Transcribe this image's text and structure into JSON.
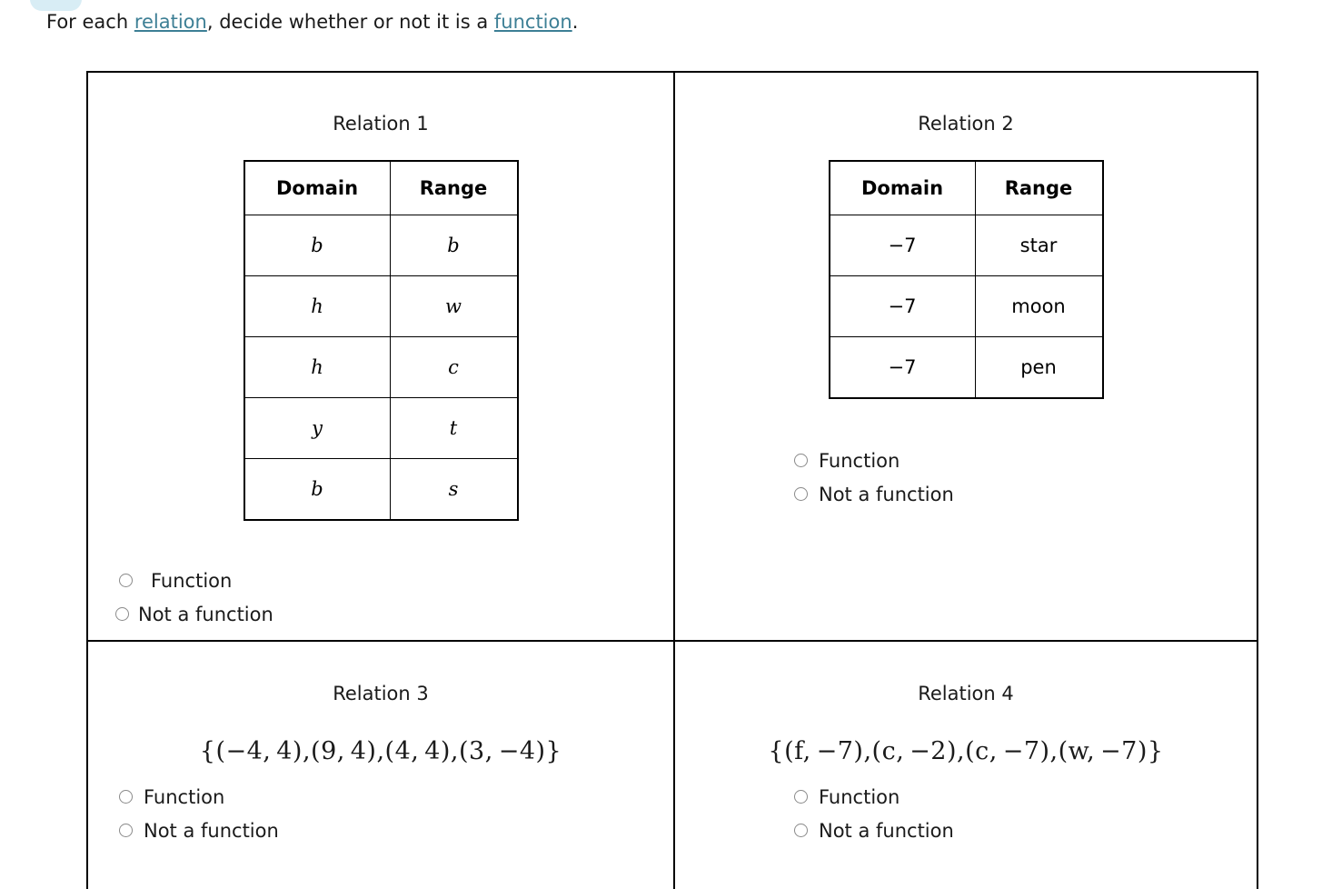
{
  "prompt": {
    "before": "For each ",
    "link1": "relation",
    "middle": ", decide whether or not it is a ",
    "link2": "function",
    "after": "."
  },
  "colors": {
    "link": "#3d7f95",
    "pill": "#d8edf5",
    "border": "#000000",
    "radio_border": "#8a8a8a"
  },
  "table_headers": {
    "domain": "Domain",
    "range": "Range"
  },
  "choices": {
    "function": "Function",
    "not_a_function": "Not a function"
  },
  "relations": [
    {
      "title": "Relation 1",
      "kind": "table",
      "rows": [
        {
          "domain": "b",
          "range": "b"
        },
        {
          "domain": "h",
          "range": "w"
        },
        {
          "domain": "h",
          "range": "c"
        },
        {
          "domain": "y",
          "range": "t"
        },
        {
          "domain": "b",
          "range": "s"
        }
      ]
    },
    {
      "title": "Relation 2",
      "kind": "table",
      "rows": [
        {
          "domain": "−7",
          "range": "star"
        },
        {
          "domain": "−7",
          "range": "moon"
        },
        {
          "domain": "−7",
          "range": "pen"
        }
      ]
    },
    {
      "title": "Relation 3",
      "kind": "set",
      "set_text": "{(−4, 4),(9, 4),(4, 4),(3, −4)}",
      "pairs": [
        [
          "−4",
          "4"
        ],
        [
          "9",
          "4"
        ],
        [
          "4",
          "4"
        ],
        [
          "3",
          "−4"
        ]
      ]
    },
    {
      "title": "Relation 4",
      "kind": "set",
      "set_text": "{(f, −7),(c, −2),(c, −7),(w, −7)}",
      "pairs": [
        [
          "f",
          "−7"
        ],
        [
          "c",
          "−2"
        ],
        [
          "c",
          "−7"
        ],
        [
          "w",
          "−7"
        ]
      ]
    }
  ]
}
